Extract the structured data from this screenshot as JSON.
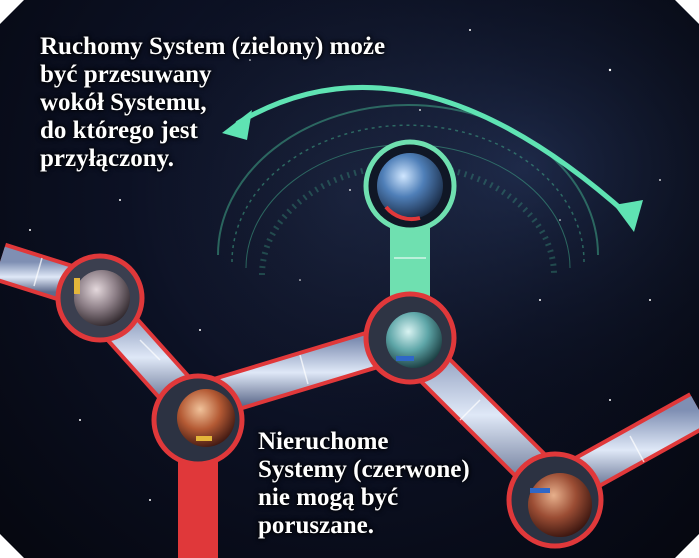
{
  "captions": {
    "movable": {
      "lines": [
        "Ruchomy System (zielony) może",
        "być przesuwany",
        "wokół Systemu,",
        "do którego jest",
        "przyłączony."
      ]
    },
    "fixed": {
      "lines": [
        "Nieruchome",
        "Systemy (czerwone)",
        "nie mogą być",
        "poruszane."
      ]
    }
  },
  "colors": {
    "movable_system": "#6fe0b0",
    "fixed_system": "#e0383a",
    "corridor": "#c6d3ea",
    "arrow": "#5fe3b3"
  },
  "planets": [
    {
      "name": "movable-planet",
      "type": "movable",
      "icon": "earth-like-planet"
    },
    {
      "name": "fixed-planet-top-left",
      "type": "fixed",
      "icon": "grey-planet"
    },
    {
      "name": "fixed-planet-center",
      "type": "fixed",
      "icon": "teal-planet"
    },
    {
      "name": "fixed-planet-lower-left",
      "type": "fixed",
      "icon": "orange-planet"
    },
    {
      "name": "fixed-planet-bottom-right",
      "type": "fixed",
      "icon": "brown-planet"
    }
  ]
}
